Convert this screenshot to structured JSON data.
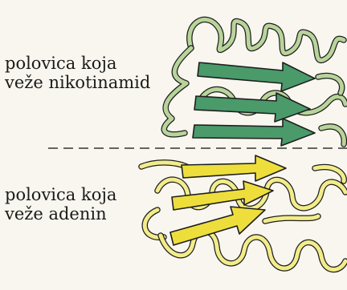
{
  "labels": {
    "nicotinamide_half": {
      "line1": "polovica koja",
      "line2": "veže nikotinamid"
    },
    "adenine_half": {
      "line1": "polovica koja",
      "line2": "veže adenin"
    }
  },
  "colors": {
    "background": "#f8f6ef",
    "helix_green": "#b8d49a",
    "strand_green": "#4a9a6a",
    "helix_yellow": "#f2ec8a",
    "strand_yellow": "#eede3c",
    "outline": "#1e1e1e",
    "divider": "#333333"
  }
}
